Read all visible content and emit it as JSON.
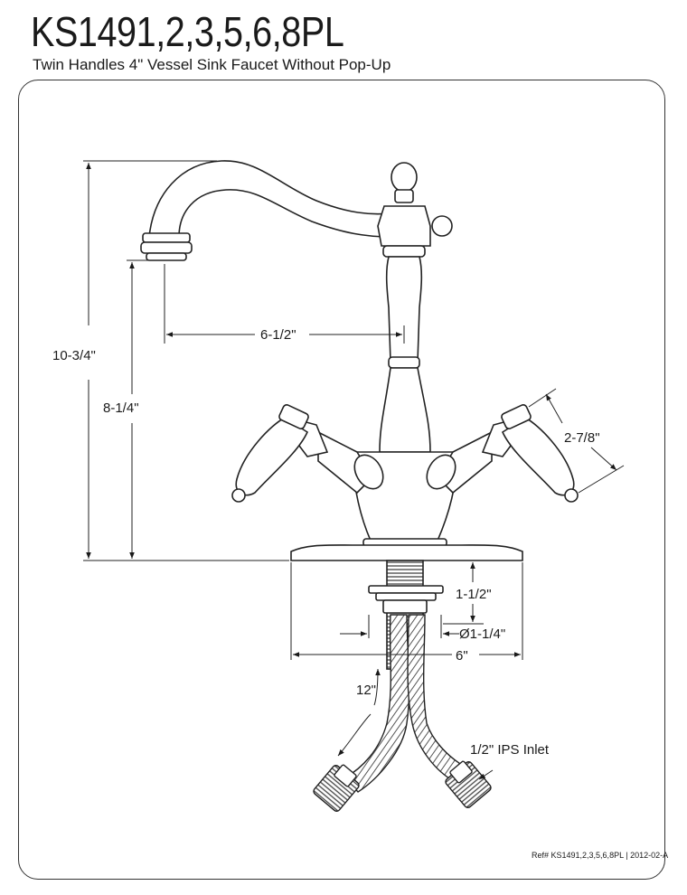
{
  "header": {
    "model": "KS1491,2,3,5,6,8PL",
    "description": "Twin Handles 4\" Vessel Sink Faucet Without Pop-Up"
  },
  "dimensions": {
    "overall_height": "10-3/4\"",
    "spout_height": "8-1/4\"",
    "spout_reach": "6-1/2\"",
    "handle_span": "2-7/8\"",
    "shank_length": "1-1/2\"",
    "hole_diameter": "Ø1-1/4\"",
    "base_width": "6\"",
    "hose_length": "12\"",
    "inlet": "1/2\" IPS Inlet"
  },
  "footer": {
    "reference": "Ref# KS1491,2,3,5,6,8PL | 2012-02-A"
  }
}
